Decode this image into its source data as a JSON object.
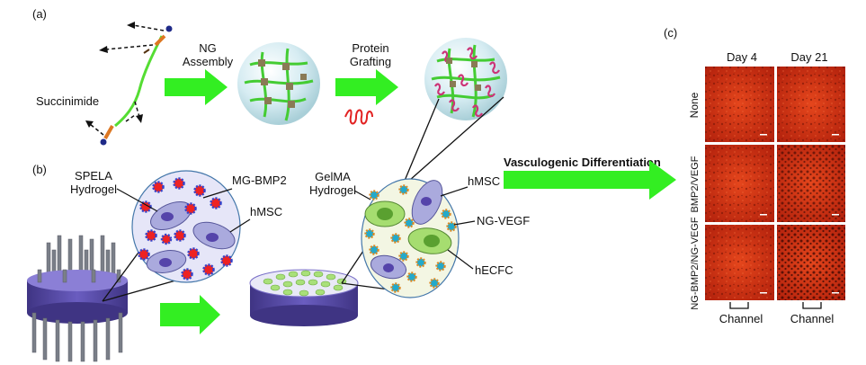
{
  "panels": {
    "a": {
      "letter": "(a)",
      "molecule_label": "Succinimide",
      "step1_line1": "NG",
      "step1_line2": "Assembly",
      "step2_line1": "Protein",
      "step2_line2": "Grafting"
    },
    "b": {
      "letter": "(b)",
      "spela_line1": "SPELA",
      "spela_line2": "Hydrogel",
      "mg_bmp2": "MG-BMP2",
      "hmsc_left": "hMSC",
      "gelma_line1": "GelMA",
      "gelma_line2": "Hydrogel",
      "hmsc_right": "hMSC",
      "ng_vegf": "NG-VEGF",
      "hecfc": "hECFC",
      "vasculogenic": "Vasculogenic Differentiation"
    },
    "c": {
      "letter": "(c)",
      "columns": [
        "Day 4",
        "Day 21"
      ],
      "rows": [
        "None",
        "BMP2/VEGF",
        "NG-BMP2/NG-VEGF"
      ],
      "channel_label": "Channel"
    }
  },
  "colors": {
    "arrow_green": "#33ee22",
    "chain_green": "#55dd33",
    "linker_orange": "#dd7722",
    "cell_purple": "#aaaadd",
    "nucleus_purple": "#5544aa",
    "ecfc_green": "#a6dd70",
    "particle_red": "#ee2222",
    "particle_blue": "#3344cc",
    "scaffold_purple": "#5a4fa8",
    "micro_red": "#cc2a10"
  }
}
